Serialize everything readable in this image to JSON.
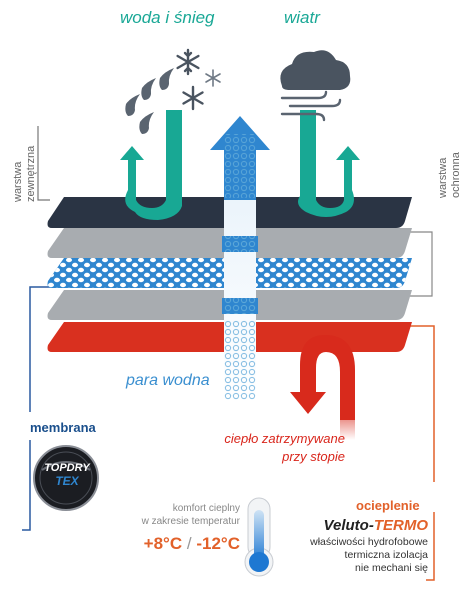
{
  "labels": {
    "water_snow": "woda i śnieg",
    "wind": "wiatr",
    "outer_layer_1": "warstwa",
    "outer_layer_2": "zewnętrzna",
    "protective_layer_1": "warstwa",
    "protective_layer_2": "ochronna",
    "vapor": "para wodna",
    "membrane": "membrana",
    "heat_1": "ciepło zatrzymywane",
    "heat_2": "przy stopie",
    "insulation": "ocieplenie",
    "comfort_1": "komfort cieplny",
    "comfort_2": "w zakresie temperatur",
    "temp_high": "+8°C",
    "temp_sep": "/",
    "temp_low": "-12°C",
    "brand_main": "Veluto-",
    "brand_accent": "TERMO",
    "feature_1": "właściwości hydrofobowe",
    "feature_2": "termiczna izolacja",
    "feature_3": "nie mechani się",
    "badge_top": "TOPDRY",
    "badge_bottom": "TEX"
  },
  "colors": {
    "teal": "#1aa896",
    "blue": "#3a8fd0",
    "dark_layer": "#2a3444",
    "gray_layer": "#a8acb0",
    "red_layer": "#d9301f",
    "orange": "#e2612a"
  },
  "icons": [
    "rain-drops-icon",
    "snowflake-icon",
    "cloud-wind-icon",
    "thermometer-icon"
  ]
}
